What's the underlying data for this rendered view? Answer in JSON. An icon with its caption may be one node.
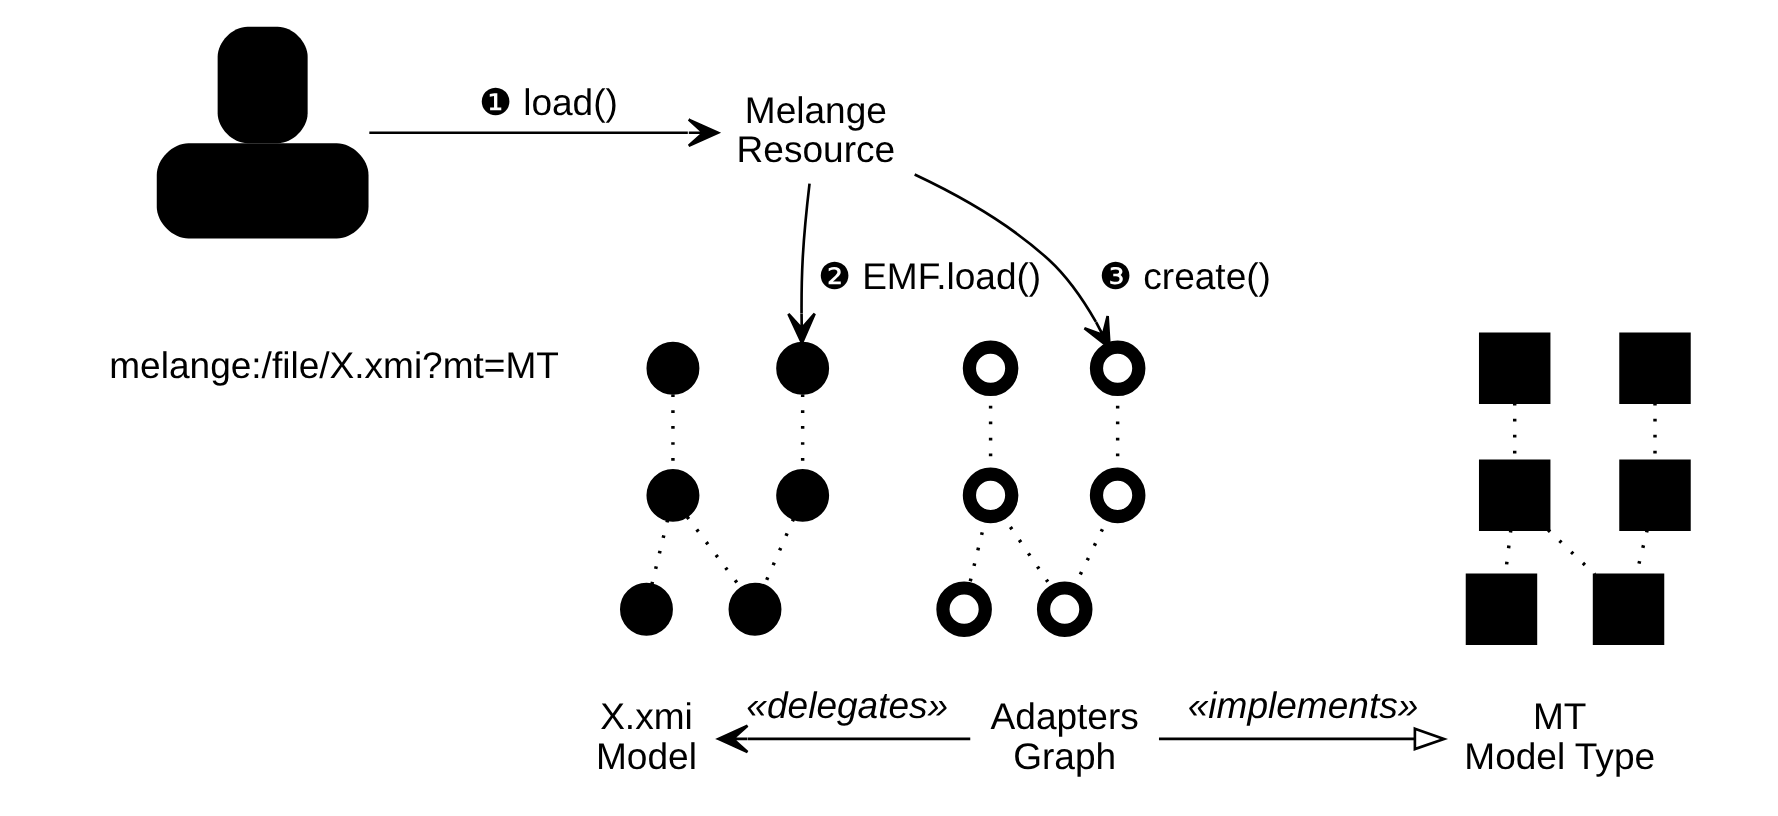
{
  "diagram": {
    "nodes": [
      {
        "text": [],
        "shape": "person"
      },
      {
        "text": [
          "Melange Resource"
        ]
      },
      {
        "text": [],
        "shape": "circle"
      },
      {
        "text": [],
        "shape": "circle"
      },
      {
        "text": [],
        "shape": "circle"
      },
      {
        "text": [],
        "shape": "circle"
      },
      {
        "text": [],
        "shape": "circle"
      },
      {
        "text": [],
        "shape": "circle"
      },
      {
        "text": [],
        "shape": "ring"
      },
      {
        "text": [],
        "shape": "ring"
      },
      {
        "text": [],
        "shape": "ring"
      },
      {
        "text": [],
        "shape": "ring"
      },
      {
        "text": [],
        "shape": "ring"
      },
      {
        "text": [],
        "shape": "ring"
      },
      {
        "text": [],
        "shape": "square"
      },
      {
        "text": [],
        "shape": "square"
      },
      {
        "text": [],
        "shape": "square"
      },
      {
        "text": [],
        "shape": "square"
      },
      {
        "text": [],
        "shape": "square"
      },
      {
        "text": [],
        "shape": "square"
      },
      {
        "text": [
          "X.xmi Model"
        ]
      },
      {
        "text": [
          "Adapters Graph"
        ]
      },
      {
        "text": [
          "MT Model Type"
        ]
      }
    ],
    "edges": [
      {
        "from": 0,
        "to": 1,
        "arrow": "to",
        "label": "❶ load()"
      },
      {
        "from": 1,
        "to": 5,
        "arrow": "to",
        "label": "❷ EMF.load()"
      },
      {
        "from": 1,
        "to": 11,
        "arrow": "to",
        "label": "❸ create()"
      },
      {
        "from": 5,
        "to": 7,
        "arrow": "none",
        "style": "dashed"
      },
      {
        "from": 7,
        "to": 6,
        "arrow": "none",
        "style": "dashed"
      },
      {
        "from": 4,
        "to": 6,
        "arrow": "none",
        "style": "dashed"
      },
      {
        "from": 2,
        "to": 4,
        "arrow": "none",
        "style": "dashed"
      },
      {
        "from": 4,
        "to": 3,
        "arrow": "none",
        "style": "dashed"
      },
      {
        "from": 11,
        "to": 13,
        "arrow": "none",
        "style": "dashed"
      },
      {
        "from": 13,
        "to": 12,
        "arrow": "none",
        "style": "dashed"
      },
      {
        "from": 10,
        "to": 12,
        "arrow": "none",
        "style": "dashed"
      },
      {
        "from": 8,
        "to": 10,
        "arrow": "none",
        "style": "dashed"
      },
      {
        "from": 10,
        "to": 9,
        "arrow": "none",
        "style": "dashed"
      },
      {
        "from": 17,
        "to": 19,
        "arrow": "none",
        "style": "dashed"
      },
      {
        "from": 19,
        "to": 18,
        "arrow": "none",
        "style": "dashed"
      },
      {
        "from": 16,
        "to": 18,
        "arrow": "none",
        "style": "dashed"
      },
      {
        "from": 14,
        "to": 16,
        "arrow": "none",
        "style": "dashed"
      },
      {
        "from": 16,
        "to": 15,
        "arrow": "none",
        "style": "dashed"
      },
      {
        "from": 21,
        "to": 20,
        "arrow": "to",
        "label": "«delegates»"
      },
      {
        "from": 21,
        "to": 22,
        "arrow": "to",
        "label": "«implements»"
      }
    ],
    "labels": [
      "melange:/file/X.xmi?mt=MT"
    ]
  }
}
